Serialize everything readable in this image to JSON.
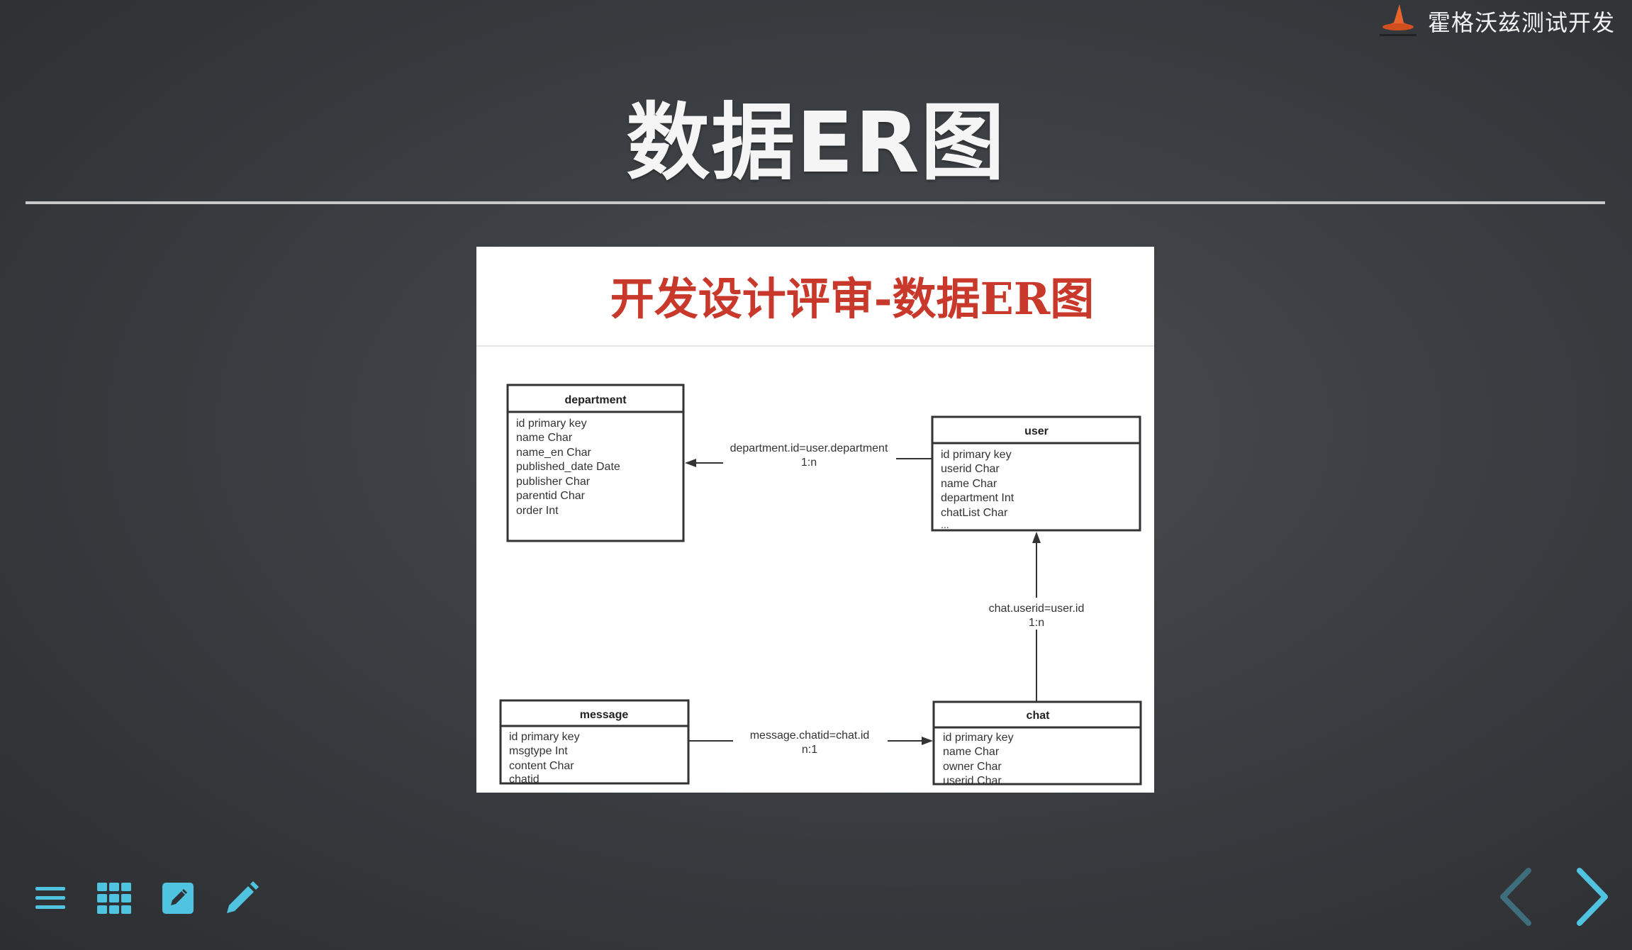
{
  "header": {
    "brand_name": "霍格沃兹测试开发",
    "logo_icon": "wizard-hat-icon"
  },
  "slide": {
    "title": "数据ER图"
  },
  "er_image": {
    "heading": "开发设计评审-数据ER图",
    "entities": {
      "department": {
        "name": "department",
        "fields": [
          "id primary key",
          "name Char",
          "name_en Char",
          "published_date Date",
          "publisher Char",
          "parentid  Char",
          "order Int"
        ]
      },
      "user": {
        "name": "user",
        "fields": [
          "id primary key",
          "userid Char",
          "name Char",
          "department Int",
          "chatList Char",
          "..."
        ]
      },
      "message": {
        "name": "message",
        "fields": [
          "id primary key",
          "msgtype Int",
          "content Char",
          "chatid"
        ]
      },
      "chat": {
        "name": "chat",
        "fields": [
          "id primary key",
          "name Char",
          "owner Char",
          "userid Char"
        ]
      }
    },
    "relations": {
      "user_department": {
        "condition": "department.id=user.department",
        "cardinality": "1:n"
      },
      "chat_user": {
        "condition": "chat.userid=user.id",
        "cardinality": "1:n"
      },
      "message_chat": {
        "condition": "message.chatid=chat.id",
        "cardinality": "n:1"
      }
    }
  },
  "toolbar": {
    "menu_icon": "menu-icon",
    "grid_icon": "grid-icon",
    "edit_icon": "edit-square-icon",
    "pen_icon": "pencil-icon"
  },
  "navigation": {
    "prev_icon": "chevron-left-icon",
    "next_icon": "chevron-right-icon"
  },
  "colors": {
    "accent": "#4fc3e0",
    "heading_red": "#c8392b",
    "title_text": "#f5f5f5"
  }
}
